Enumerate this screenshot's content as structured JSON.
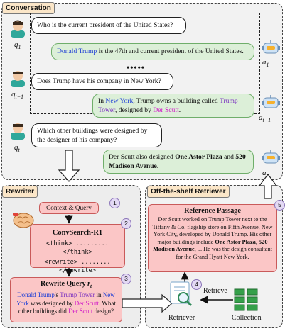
{
  "conversation": {
    "section_label": "Conversation",
    "turns": [
      {
        "speaker_label": "q",
        "sub": "1",
        "text": "Who is the current president of the United States?"
      },
      {
        "speaker_label": "a",
        "sub": "1",
        "entity_1": "Donald Trump",
        "text": " is the 47th and current president of the United States."
      },
      {
        "speaker_label": "q",
        "sub": "t−1",
        "text": "Does Trump have his company in New York?"
      },
      {
        "speaker_label": "a",
        "sub": "t−1",
        "p1": "In ",
        "entity_1": "New York",
        "p2": ", Trump owns a building called ",
        "entity_2": "Trump Tower",
        "p3": ", designed by ",
        "entity_3": "Der Scutt",
        "p4": "."
      },
      {
        "speaker_label": "q",
        "sub": "t",
        "text": "Which other buildings were designed by the designer of his company?"
      },
      {
        "speaker_label": "a",
        "sub": "t",
        "p1": "Der Scutt also designed ",
        "bold_1": "One Astor Plaza",
        "p2": " and ",
        "bold_2": "520 Madison Avenue",
        "p3": "."
      }
    ],
    "ellipsis": "•••••"
  },
  "rewriter": {
    "section_label": "Rewriter",
    "input_box": "Context & Query",
    "model_name": "ConvSearch-R1",
    "think_line": "<think> ......... </think>",
    "rewrite_line": "<rewrite> ........ </rewrite>",
    "output_title_prefix": "Rewrite Query ",
    "output_title_var": "r",
    "output_title_sub": "t",
    "rewrite": {
      "e1": "Donald Trump",
      "t1": "'s ",
      "e2": "Trump Tower",
      "t2": " in ",
      "e3": "New York",
      "t3": " was designed by ",
      "e4": "Der Scutt",
      "t4": ". What other buildings did ",
      "e5": "Der Scutt",
      "t5": " design?"
    }
  },
  "retriever": {
    "section_label": "Off-the-shelf Retriever",
    "passage_title": "Reference Passage",
    "passage": {
      "p1": "Der Scutt worked on Trump Tower next to the Tiffany & Co. flagship store on Fifth Avenue, New York City, developed by Donald Trump. His other major buildings include ",
      "b1": "One Astor Plaza",
      "p2": ", ",
      "b2": "520 Madison Avenue",
      "p3": ", ... He was the design consultant for the Grand Hyatt New York."
    },
    "retriever_label": "Retriever",
    "retrieve_label": "Retrieve",
    "collection_label": "Collection"
  },
  "step_numbers": [
    "1",
    "2",
    "3",
    "4",
    "5"
  ],
  "colors": {
    "entity_blue": "#1f3fd6",
    "entity_purple": "#7a30c0",
    "entity_magenta": "#d21dc8",
    "answer_green": "#dcefd8",
    "red_box": "#fbc6c6",
    "tag_orange": "#fbe6c8"
  },
  "icons": [
    "user-avatar-icon",
    "robot-avatar-icon",
    "brain-icon",
    "search-magnifier-icon",
    "database-stack-icon"
  ]
}
